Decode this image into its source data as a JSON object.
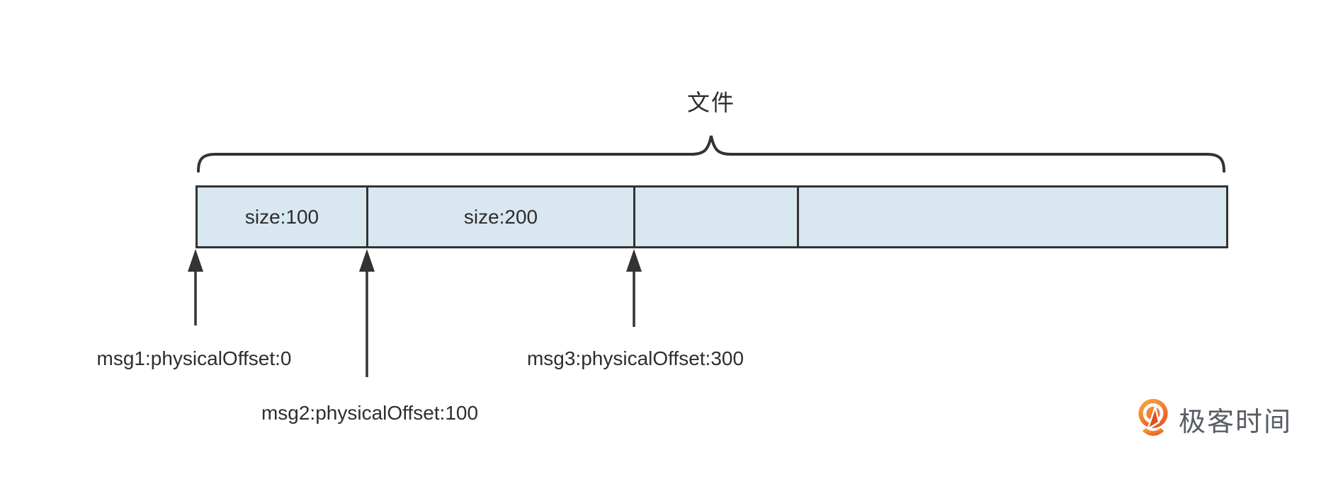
{
  "diagram": {
    "title": "文件",
    "bar": {
      "fill_color": "#D8E7F0",
      "stroke_color": "#333333",
      "segments": [
        {
          "label": "size:100"
        },
        {
          "label": "size:200"
        },
        {
          "label": ""
        },
        {
          "label": ""
        }
      ]
    },
    "markers": [
      {
        "label": "msg1:physicalOffset:0"
      },
      {
        "label": "msg2:physicalOffset:100"
      },
      {
        "label": "msg3:physicalOffset:300"
      }
    ]
  },
  "logo": {
    "text": "极客时间",
    "orange_light": "#F9A63F",
    "orange_dark": "#E7571F",
    "text_color": "#585D64"
  }
}
